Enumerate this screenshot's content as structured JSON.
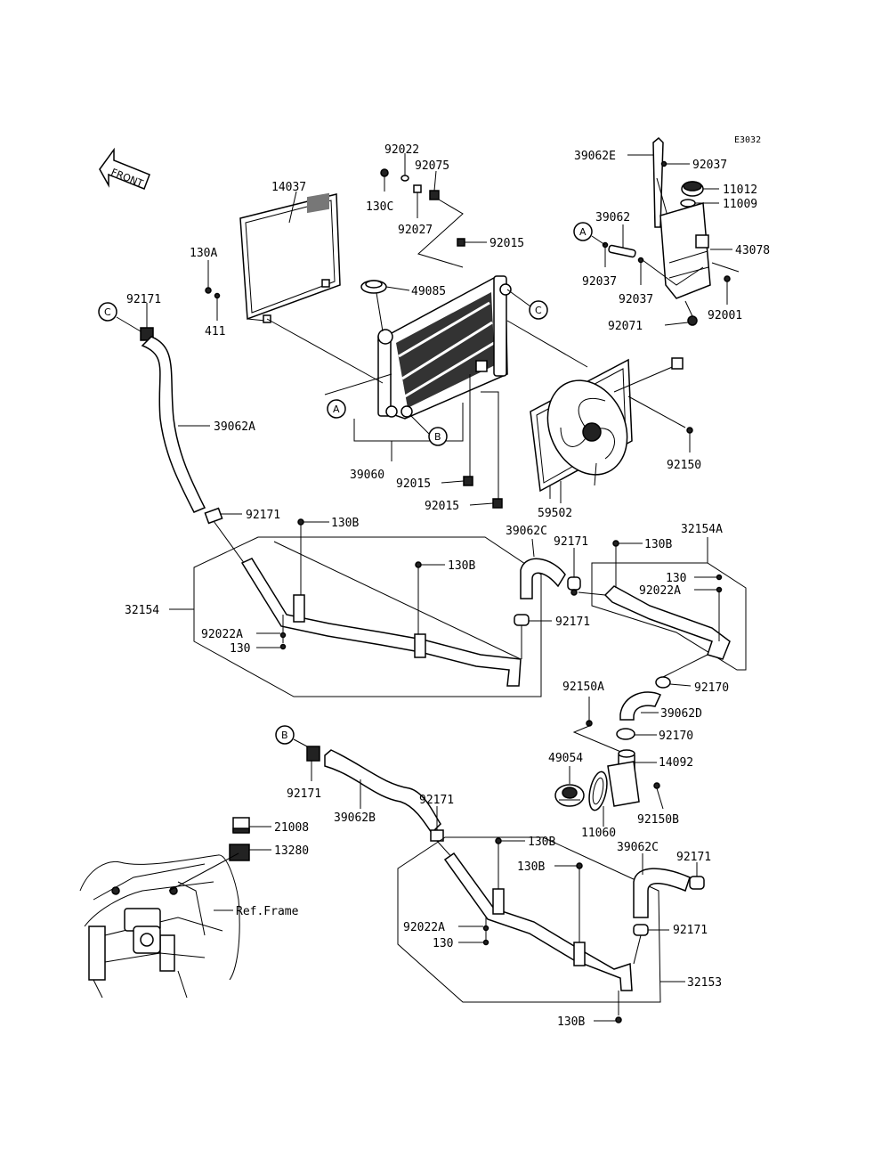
{
  "diagram": {
    "code": "E3032",
    "front_label": "FRONT",
    "callouts": [
      "A",
      "B",
      "C"
    ],
    "labels": {
      "p14037": "14037",
      "p92022": "92022",
      "p92075": "92075",
      "p130C": "130C",
      "p92027": "92027",
      "p92015a": "92015",
      "p39062E": "39062E",
      "p92037a": "92037",
      "p11012": "11012",
      "p11009": "11009",
      "p39062": "39062",
      "p43078": "43078",
      "p92037b": "92037",
      "p92037c": "92037",
      "p92001": "92001",
      "p92071": "92071",
      "p130A": "130A",
      "p411": "411",
      "p92171a": "92171",
      "p49085": "49085",
      "p39062A": "39062A",
      "p92150": "92150",
      "p39060": "39060",
      "p92015b": "92015",
      "p92015c": "92015",
      "p59502": "59502",
      "p92171b": "92171",
      "p130Ba": "130B",
      "p39062Ca": "39062C",
      "p92171c": "92171",
      "p32154A": "32154A",
      "p130Bb": "130B",
      "p130Bc": "130B",
      "p130a": "130",
      "p92022Aa": "92022A",
      "p32154": "32154",
      "p92171d": "92171",
      "p92022Ab": "92022A",
      "p130b": "130",
      "p92170a": "92170",
      "p92150A": "92150A",
      "p39062D": "39062D",
      "p92170b": "92170",
      "p49054": "49054",
      "p14092": "14092",
      "p92171e": "92171",
      "p92150B": "92150B",
      "p11060": "11060",
      "p39062B": "39062B",
      "p92171f": "92171",
      "p130Bd": "130B",
      "p21008": "21008",
      "p13280": "13280",
      "p130Be": "130B",
      "p39062Cb": "39062C",
      "p92171g": "92171",
      "pRefFrame": "Ref.Frame",
      "p92022Ac": "92022A",
      "p92171h": "92171",
      "p130c": "130",
      "p32153": "32153",
      "p130Bf": "130B"
    }
  }
}
